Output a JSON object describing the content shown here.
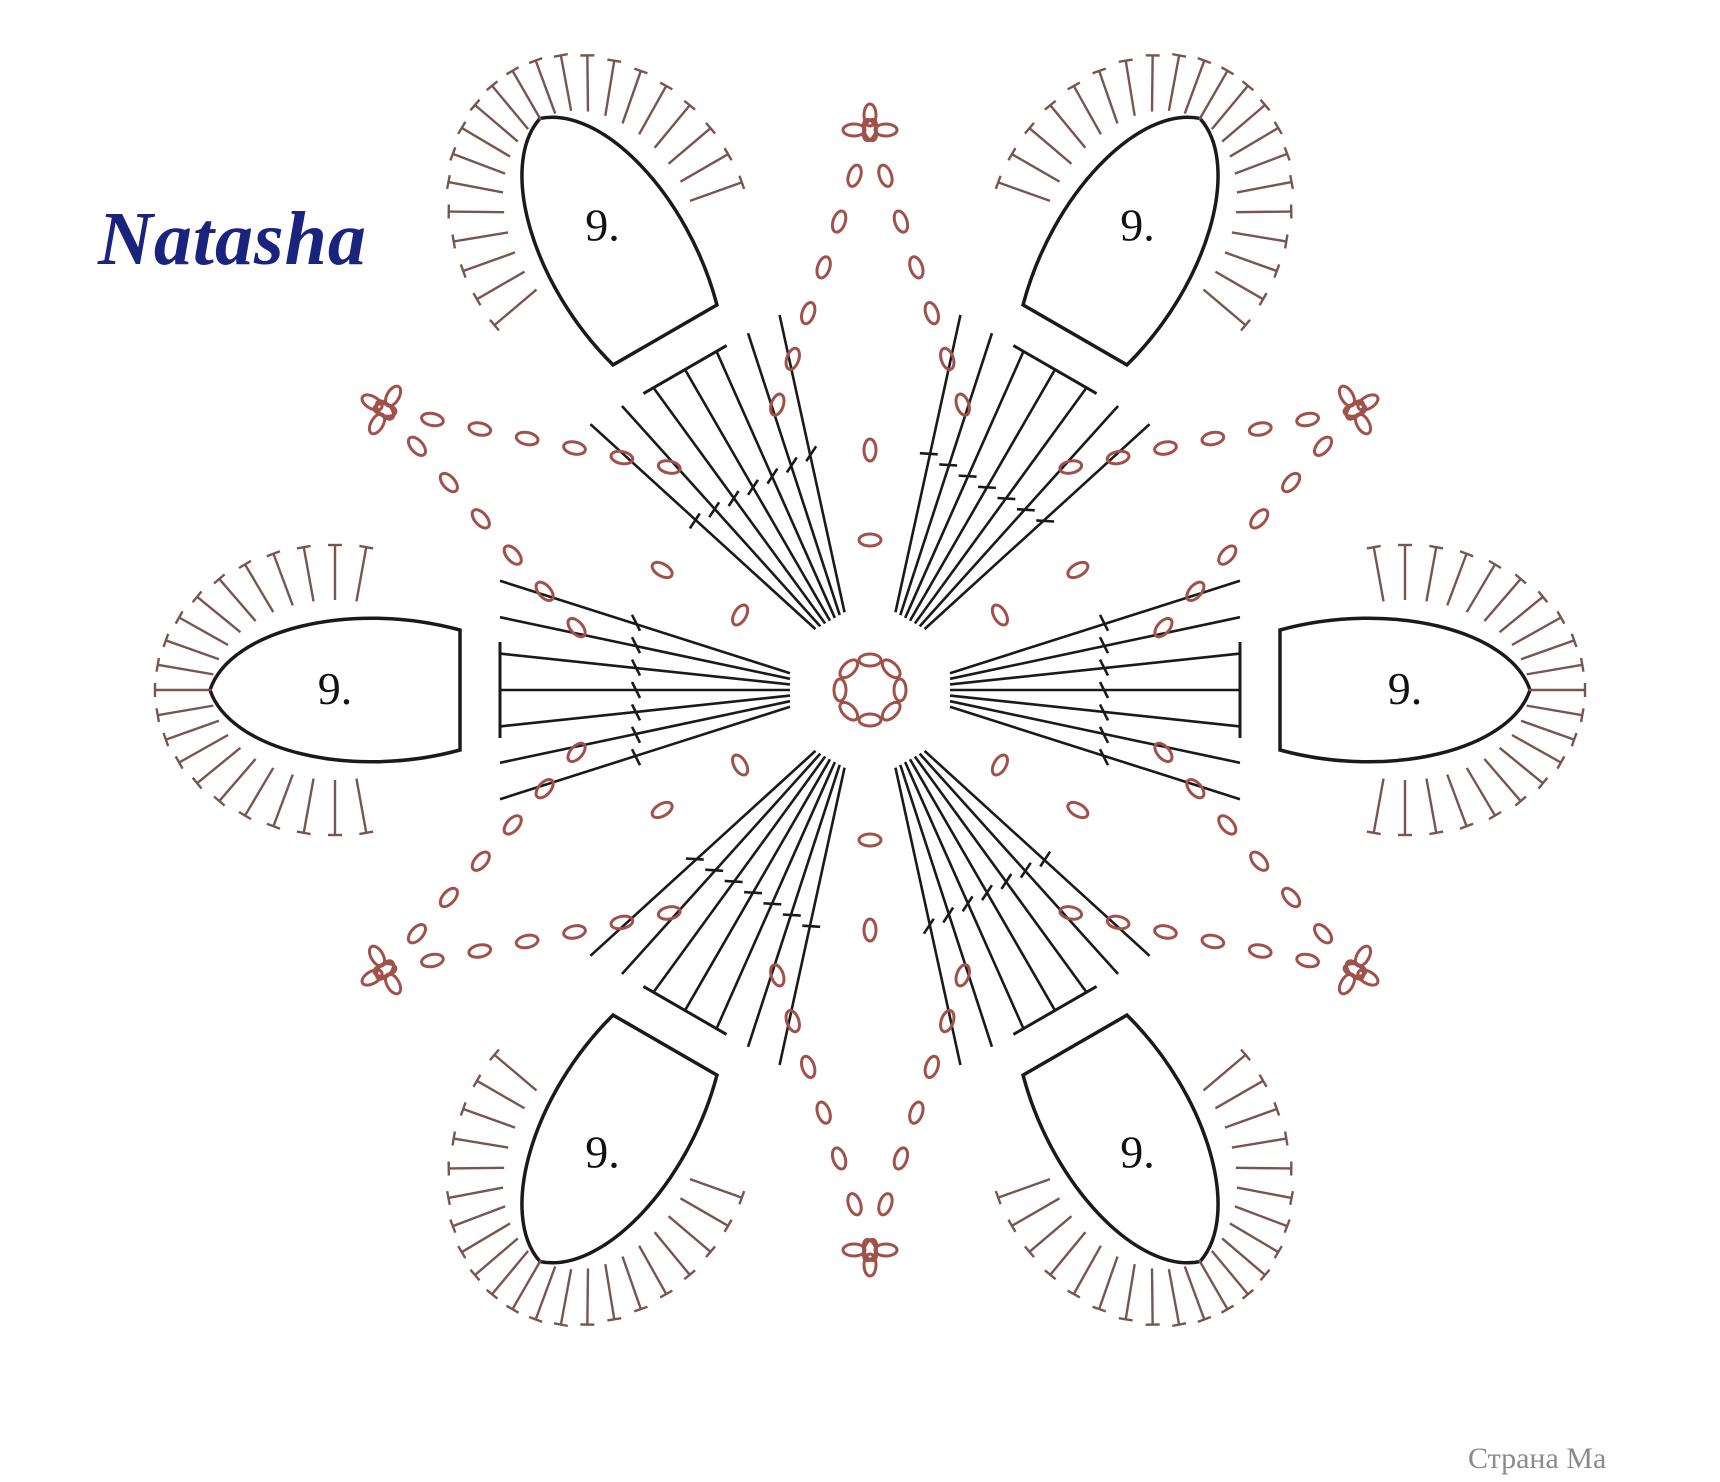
{
  "diagram": {
    "signature": "Natasha",
    "watermark": "Страна Ма",
    "petal_labels": [
      "9.",
      "9.",
      "9.",
      "9.",
      "9.",
      "9."
    ],
    "colors": {
      "chain": "#a0524a",
      "outline": "#1a1a1a",
      "stitch": "#7a5550",
      "signature": "#1a237e"
    }
  }
}
